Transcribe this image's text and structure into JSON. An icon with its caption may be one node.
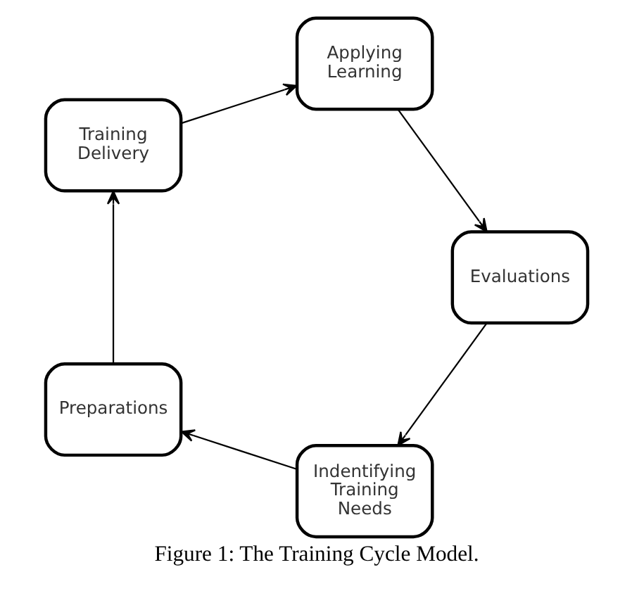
{
  "diagram": {
    "caption": "Figure 1: The Training Cycle Model.",
    "nodes": [
      {
        "text": [
          "Indentifying Training Needs"
        ]
      },
      {
        "text": [
          "Preparations"
        ]
      },
      {
        "text": [
          "Training Delivery"
        ]
      },
      {
        "text": [
          "Applying Learning"
        ]
      },
      {
        "text": [
          "Evaluations"
        ]
      }
    ],
    "edges": [
      {
        "from": 0,
        "to": 1,
        "arrow": "to"
      },
      {
        "from": 1,
        "to": 2,
        "arrow": "to"
      },
      {
        "from": 2,
        "to": 3,
        "arrow": "to"
      },
      {
        "from": 3,
        "to": 4,
        "arrow": "to"
      },
      {
        "from": 4,
        "to": 0,
        "arrow": "to"
      }
    ]
  }
}
